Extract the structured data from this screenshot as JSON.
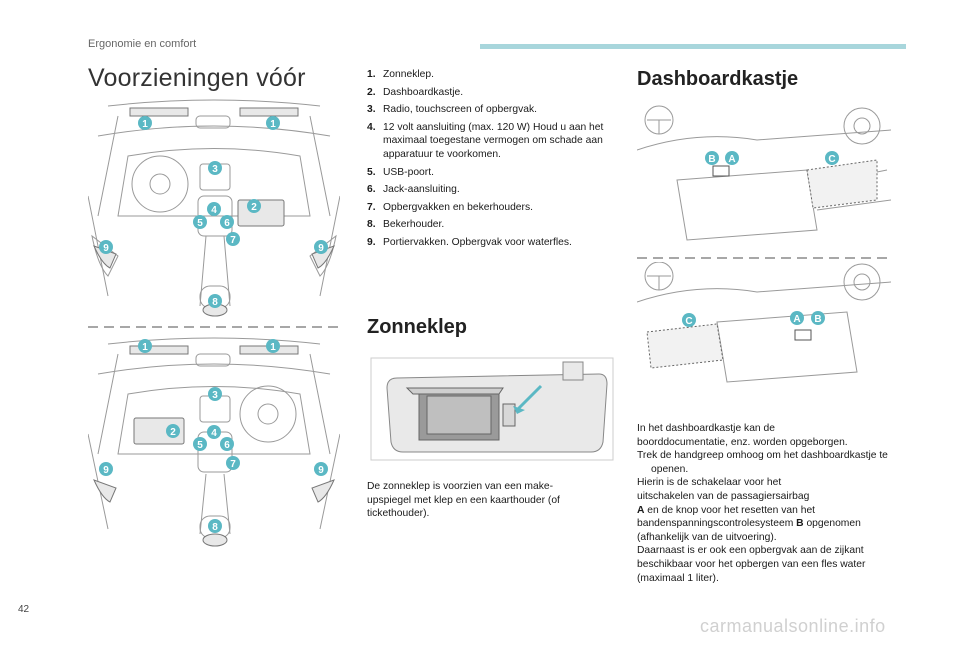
{
  "header": {
    "section": "Ergonomie en comfort"
  },
  "title": "Voorzieningen vóór",
  "items": [
    {
      "num": "1.",
      "text": "Zonneklep."
    },
    {
      "num": "2.",
      "text": "Dashboardkastje."
    },
    {
      "num": "3.",
      "text": "Radio, touchscreen of opbergvak."
    },
    {
      "num": "4.",
      "text": "12 volt aansluiting (max. 120 W) Houd u aan het maximaal toegestane vermogen om schade aan apparatuur te voorkomen."
    },
    {
      "num": "5.",
      "text": "USB-poort."
    },
    {
      "num": "6.",
      "text": "Jack-aansluiting."
    },
    {
      "num": "7.",
      "text": "Opbergvakken en bekerhouders."
    },
    {
      "num": "8.",
      "text": "Bekerhouder."
    },
    {
      "num": "9.",
      "text": "Portiervakken. Opbergvak voor waterfles."
    }
  ],
  "zonneklep": {
    "heading": "Zonneklep",
    "text_lines": [
      "De zonneklep is voorzien van een make-",
      "upspiegel met klep en een kaarthouder (of",
      "tickethouder)."
    ]
  },
  "dashboardkastje": {
    "heading": "Dashboardkastje",
    "intro_lines": [
      "In het dashboardkastje kan de",
      "boorddocumentatie, enz. worden opgeborgen."
    ],
    "bullet_symbol": "",
    "bullet_text": "Trek de handgreep omhoog om het dashboardkastje te openen.",
    "p1_lines": [
      "Hierin is de schakelaar voor het",
      "uitschakelen van de passagiersairbag"
    ],
    "p2_letter_a": "A",
    "p2_rest": " en de knop voor het resetten van het",
    "p3_pre": "bandenspanningscontrolesysteem ",
    "p3_letter_b": "B",
    "p3_post": " opgenomen",
    "p4_lines": [
      "(afhankelijk van de uitvoering).",
      "Daarnaast is er ook een opbergvak aan de zijkant",
      "beschikbaar voor het opbergen van een fles water",
      "(maximaal 1 liter)."
    ]
  },
  "callouts": {
    "n1": "1",
    "n2": "2",
    "n3": "3",
    "n4": "4",
    "n5": "5",
    "n6": "6",
    "n7": "7",
    "n8": "8",
    "n9": "9",
    "a": "A",
    "b": "B",
    "c": "C"
  },
  "colors": {
    "accent": "#5bb8c4",
    "rule": "#a8d6dc",
    "line_art": "#9a9a9a"
  },
  "footer": {
    "page_number": "42",
    "watermark": "carmanualsonline.info"
  }
}
